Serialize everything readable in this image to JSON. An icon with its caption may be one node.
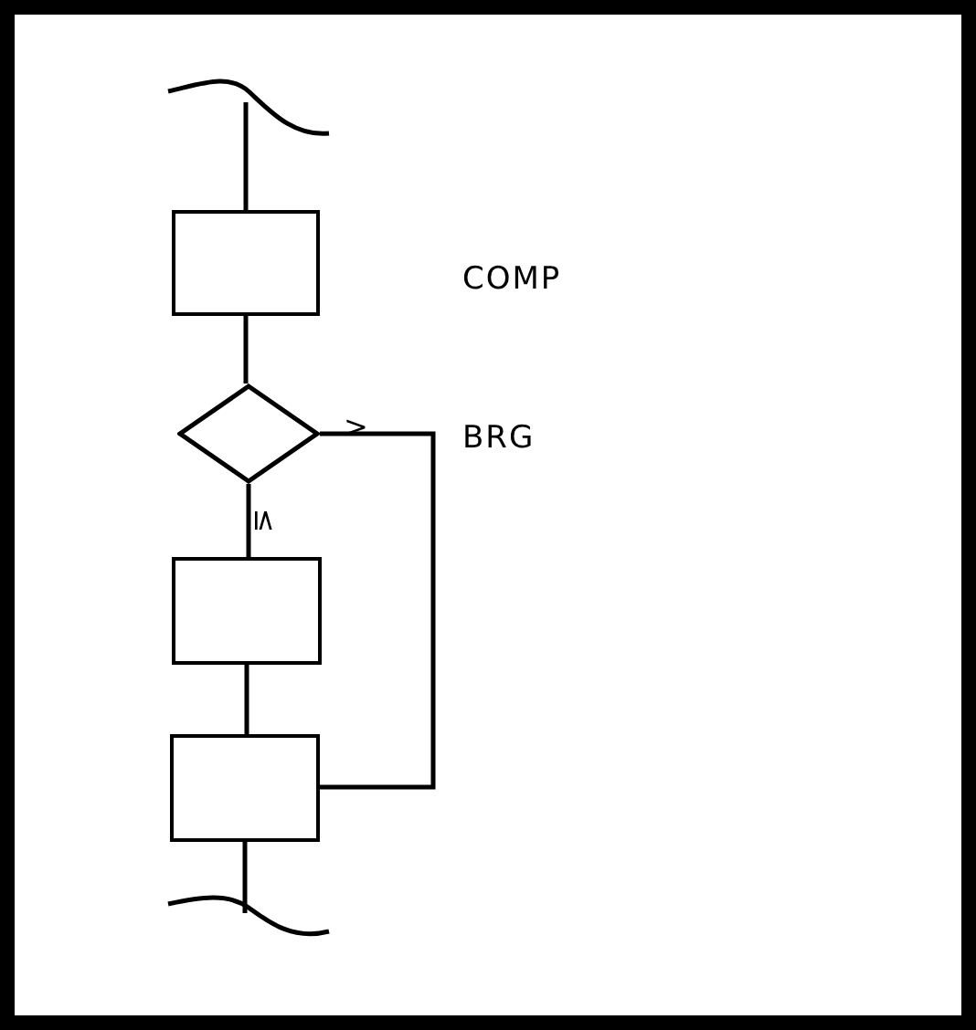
{
  "diagram": {
    "nodes": [
      {
        "text": [],
        "shape": "box"
      },
      {
        "text": [],
        "shape": "diamond"
      },
      {
        "text": [],
        "shape": "box"
      },
      {
        "text": [],
        "shape": "box"
      }
    ],
    "edges": [
      {
        "from": null,
        "to": 0,
        "arrow": "none"
      },
      {
        "from": 0,
        "to": 1,
        "arrow": "none"
      },
      {
        "from": 1,
        "to": 2,
        "arrow": "none",
        "label": "≤"
      },
      {
        "from": 1,
        "to": 3,
        "arrow": "none",
        "label": ">"
      },
      {
        "from": 2,
        "to": 3,
        "arrow": "none"
      },
      {
        "from": 3,
        "to": null,
        "arrow": "none"
      }
    ],
    "labels": [
      "COMP",
      "BRG"
    ]
  }
}
